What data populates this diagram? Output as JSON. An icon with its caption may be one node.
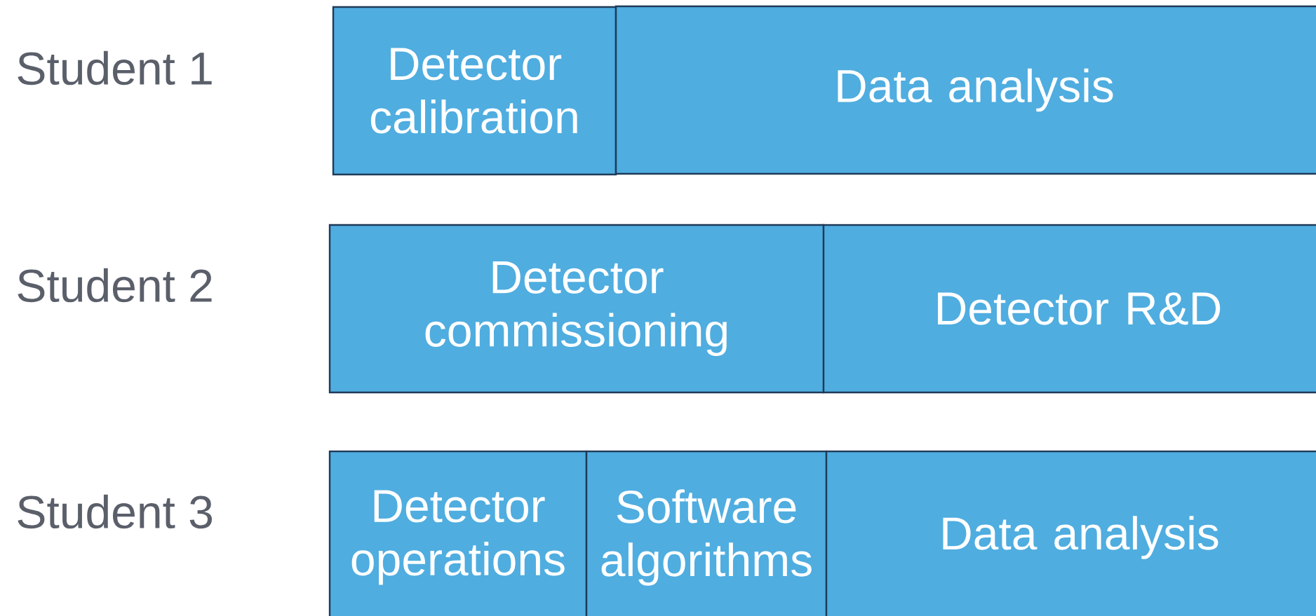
{
  "diagram": {
    "nodes": [
      {
        "text": [
          "Detector calibration"
        ]
      },
      {
        "text": [
          "Data analysis"
        ]
      },
      {
        "text": [
          "Detector commissioning"
        ]
      },
      {
        "text": [
          "Detector R&D"
        ]
      },
      {
        "text": [
          "Detector operations"
        ]
      },
      {
        "text": [
          "Software algorithms"
        ]
      },
      {
        "text": [
          "Data analysis"
        ]
      }
    ],
    "labels": [
      "Student 1",
      "Student 2",
      "Student 3"
    ]
  }
}
